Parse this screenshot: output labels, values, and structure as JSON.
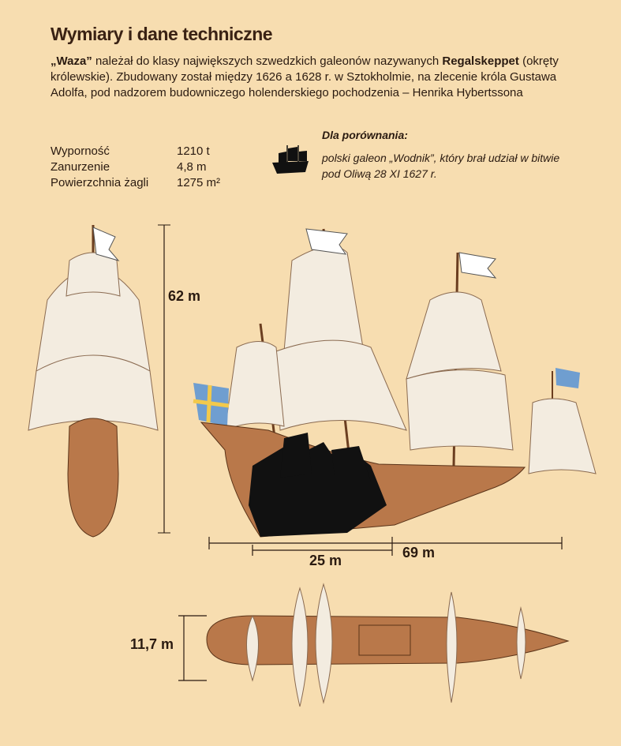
{
  "title": "Wymiary i dane techniczne",
  "intro": {
    "name": "„Waza”",
    "part1": " należał do klasy największych szwedzkich galeonów nazywanych ",
    "class_name": "Regalskeppet",
    "part2": " (okręty królewskie). Zbudowany został między 1626 a 1628 r. w Sztokholmie, na zlecenie króla Gustawa Adolfa, pod nadzorem budowniczego holenderskiego pochodzenia – Henrika Hybertssona"
  },
  "specs": [
    {
      "label": "Wyporność",
      "value": "1210 t"
    },
    {
      "label": "Zanurzenie",
      "value": "4,8 m"
    },
    {
      "label": "Powierzchnia żagli",
      "value": "1275 m²"
    }
  ],
  "comparison": {
    "title": "Dla porównania:",
    "text": "polski galeon „Wodnik”, który brał udział w bitwie pod Oliwą 28 XI 1627 r."
  },
  "dimensions": {
    "height": "62 m",
    "wodnik_length": "25 m",
    "length": "69 m",
    "width": "11,7 m"
  },
  "colors": {
    "background": "#f7ddb0",
    "hull": "#b9784a",
    "sail": "#f3ece0",
    "silhouette": "#111111"
  }
}
